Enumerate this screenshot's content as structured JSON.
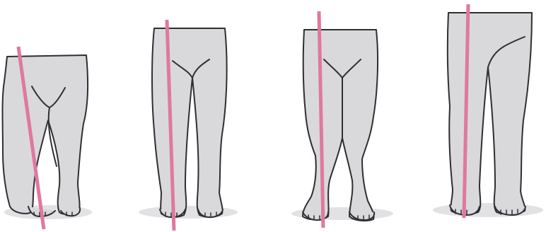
{
  "colors": {
    "background": "#ffffff",
    "skin": "#d9d9db",
    "outline": "#2f2f33",
    "axis_line": "#e0789e",
    "ground_shadow": "#e2e2e4"
  },
  "figures": [
    {
      "id": "bow-legged-toddler",
      "axis_tilt": "strong"
    },
    {
      "id": "straight-legs-child",
      "axis_tilt": "slight"
    },
    {
      "id": "knock-knee-child",
      "axis_tilt": "slight"
    },
    {
      "id": "straight-legs-older-child",
      "axis_tilt": "slight"
    }
  ]
}
